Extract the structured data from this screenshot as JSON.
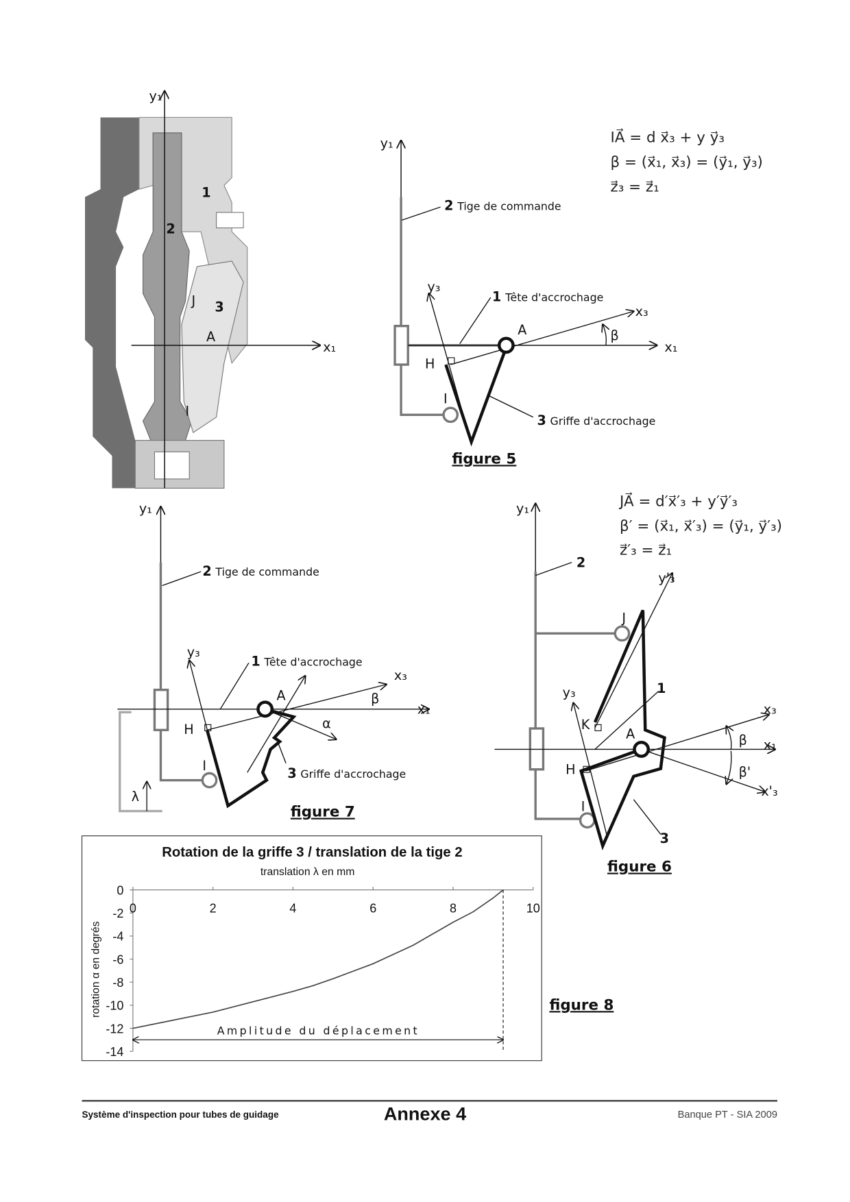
{
  "section_view": {
    "labels": {
      "y1": "y₁",
      "x1": "x₁",
      "p1": "1",
      "p2": "2",
      "p3": "3",
      "J": "J",
      "A": "A",
      "I": "I"
    },
    "colors": {
      "dark": "#6f6f6f",
      "mid": "#9c9c9c",
      "light": "#d9d9d9"
    }
  },
  "figure5": {
    "caption": "figure 5",
    "axes": {
      "y1": "y₁",
      "x1": "x₁",
      "y3": "y₃",
      "x3": "x₃"
    },
    "points": {
      "A": "A",
      "H": "H",
      "I": "I"
    },
    "angle": "β",
    "parts": [
      {
        "num": "2",
        "name": "Tige de commande"
      },
      {
        "num": "1",
        "name": "Tête d'accrochage"
      },
      {
        "num": "3",
        "name": "Griffe d'accrochage"
      }
    ],
    "equations": [
      "IA⃗ = d x⃗₃ + y y⃗₃",
      "β = (x⃗₁, x⃗₃) = (y⃗₁, y⃗₃)",
      "z⃗₃ = z⃗₁"
    ]
  },
  "figure6": {
    "caption": "figure 6",
    "axes": {
      "y1": "y₁",
      "x1": "x₁",
      "y3": "y₃",
      "x3": "x₃",
      "yp3": "y'₃",
      "xp3": "x'₃"
    },
    "points": {
      "A": "A",
      "H": "H",
      "I": "I",
      "J": "J",
      "K": "K"
    },
    "angles": [
      "β",
      "β'"
    ],
    "parts": [
      "2",
      "1",
      "3"
    ],
    "equations": [
      "JA⃗ = d′x⃗′₃ + y′y⃗′₃",
      "β′ = (x⃗₁, x⃗′₃) = (y⃗₁, y⃗′₃)",
      "z⃗′₃ = z⃗₁"
    ]
  },
  "figure7": {
    "caption": "figure 7",
    "axes": {
      "y1": "y₁",
      "x1": "x₁",
      "y3": "y₃",
      "x3": "x₃"
    },
    "points": {
      "A": "A",
      "H": "H",
      "I": "I"
    },
    "angles": [
      "β",
      "α",
      "λ"
    ],
    "parts": [
      {
        "num": "2",
        "name": "Tige de commande"
      },
      {
        "num": "1",
        "name": "Tête d'accrochage"
      },
      {
        "num": "3",
        "name": "Griffe d'accrochage"
      }
    ]
  },
  "figure8": {
    "caption": "figure 8"
  },
  "chart_data": {
    "type": "line",
    "title": "Rotation de la griffe 3 / translation de la tige 2",
    "xlabel": "translation λ en mm",
    "ylabel": "rotation α en degrés",
    "xlim": [
      0,
      10
    ],
    "ylim": [
      -14,
      0
    ],
    "xticks": [
      "0",
      "2",
      "4",
      "6",
      "8",
      "10"
    ],
    "yticks": [
      "0",
      "-2",
      "-4",
      "-6",
      "-8",
      "-10",
      "-12",
      "-14"
    ],
    "x_axis_position": "top",
    "grid": false,
    "series": [
      {
        "x": [
          0,
          1,
          2,
          3,
          4,
          4.5,
          5,
          6,
          7,
          7.5,
          8,
          8.5,
          9,
          9.25
        ],
        "y": [
          -12,
          -11.3,
          -10.6,
          -9.7,
          -8.8,
          -8.3,
          -7.7,
          -6.4,
          -4.8,
          -3.8,
          -2.8,
          -1.9,
          -0.7,
          0
        ]
      }
    ],
    "annotation": {
      "text": "Amplitude du déplacement",
      "from": 0,
      "to": 9.25,
      "y": -13
    }
  },
  "footer": {
    "left": "Système d'inspection pour tubes de guidage",
    "center": "Annexe 4",
    "right": "Banque PT - SIA 2009"
  }
}
